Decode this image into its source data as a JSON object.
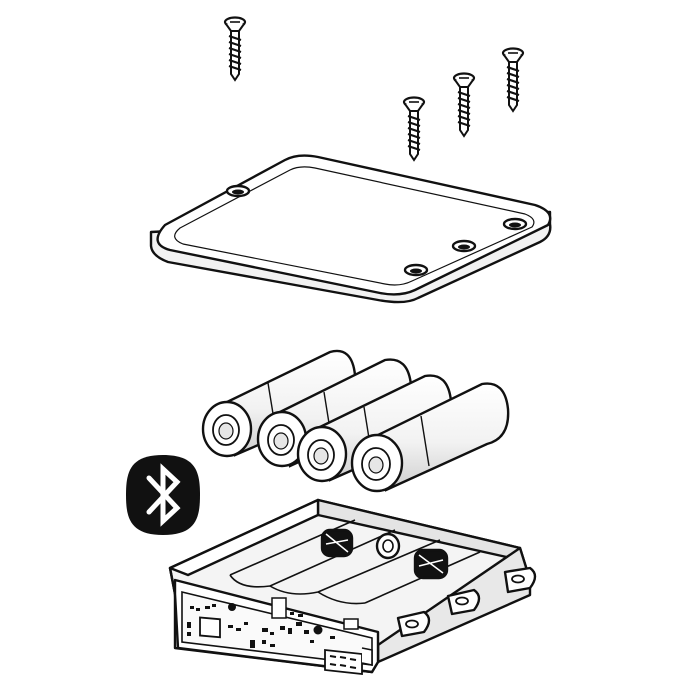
{
  "diagram": {
    "kind": "exploded-assembly",
    "parts": [
      {
        "id": "screws",
        "count": 4
      },
      {
        "id": "cover-plate"
      },
      {
        "id": "batteries",
        "count": 4
      },
      {
        "id": "bluetooth-badge",
        "icon": "bluetooth-icon"
      },
      {
        "id": "battery-housing-pcb"
      }
    ]
  },
  "colors": {
    "ink": "#111111",
    "paper": "#ffffff",
    "shade": "#e8e8e8",
    "shade_dark": "#c8c8c8",
    "badge": "#111111"
  }
}
